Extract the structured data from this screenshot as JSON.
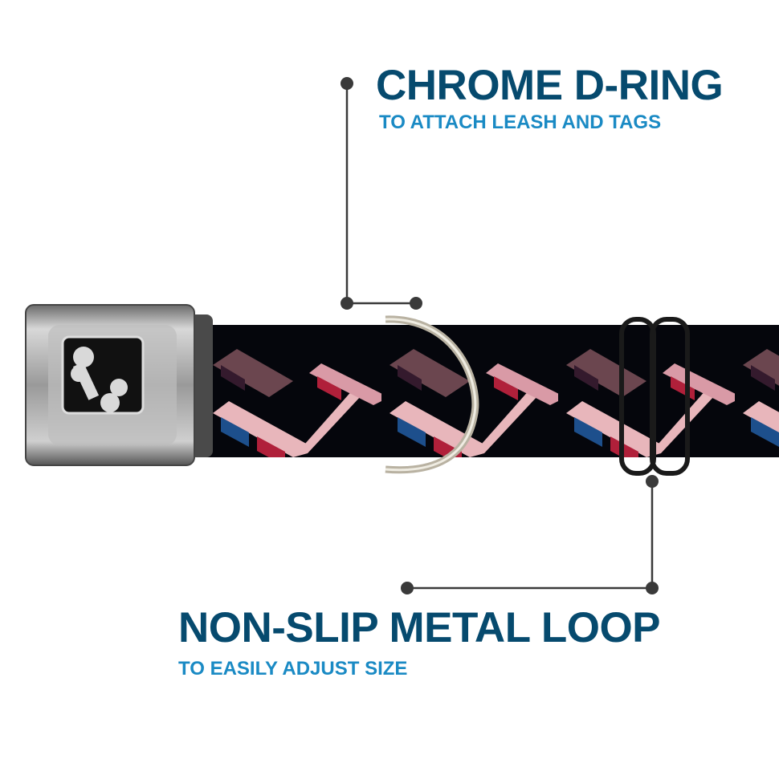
{
  "callouts": {
    "d_ring": {
      "title": "CHROME D-RING",
      "subtitle": "TO ATTACH LEASH AND TAGS"
    },
    "loop": {
      "title": "NON-SLIP METAL LOOP",
      "subtitle": "TO EASILY ADJUST SIZE"
    }
  },
  "colors": {
    "title": "#064a6e",
    "subtitle": "#1a8ac4",
    "leader_line": "#3a3a3a",
    "strap": "#05060c"
  },
  "icons": {
    "buckle_logo": "bone-icon"
  }
}
